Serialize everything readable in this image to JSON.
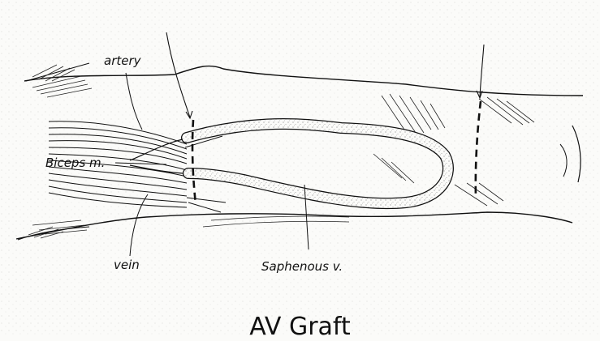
{
  "labels": {
    "artery": "artery",
    "biceps": "Biceps m.",
    "vein": "vein",
    "saphenous": "Saphenous v."
  },
  "caption": "AV Graft",
  "colors": {
    "ink": "#111111",
    "paper": "#fbfbf9",
    "stipple": "#9a9a96"
  }
}
